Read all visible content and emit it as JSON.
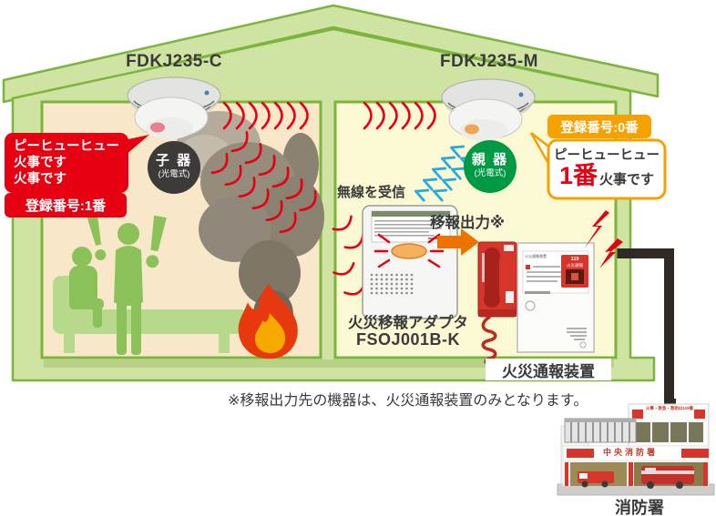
{
  "diagram": {
    "child_unit": {
      "model": "FDKJ235-C",
      "badge": {
        "title": "子 器",
        "subtitle": "(光電式)"
      },
      "alarm_lines": [
        "ピーヒューヒュー",
        "火事です",
        "火事です"
      ],
      "registration": "登録番号:1番"
    },
    "parent_unit": {
      "model": "FDKJ235-M",
      "badge": {
        "title": "親 器",
        "subtitle": "(光電式)"
      },
      "registration": "登録番号:0番",
      "alarm": {
        "line1": "ピーヒューヒュー",
        "number": "1番",
        "suffix": "火事です"
      }
    },
    "adapter": {
      "receive_label": "無線を受信",
      "output_label": "移報出力※",
      "name": "火災移報アダプタ",
      "model": "FSOJ001B-K"
    },
    "reporting_device": {
      "label": "火災通報装置",
      "panel_title": "火災通報装置",
      "badge_number": "119",
      "badge_text": "火災通報"
    },
    "note": "※移報出力先の機器は、火災通報装置のみとなります。",
    "fire_station": {
      "label": "消防署",
      "sign": "中央消防署",
      "banner": "火事・救急・救助は119番"
    },
    "colors": {
      "alarm_red": "#e60012",
      "label_orange": "#f5a200",
      "arrow_orange": "#ee7200",
      "house_fill": "#cfe3a3",
      "house_outline": "#7cb43e",
      "left_room_fill": "#f8e8c9",
      "right_room_fill": "#fbf9d4",
      "child_badge_fill": "#3e3a39",
      "parent_badge_fill": "#009944",
      "wave_blue": "#29a9e0"
    }
  }
}
